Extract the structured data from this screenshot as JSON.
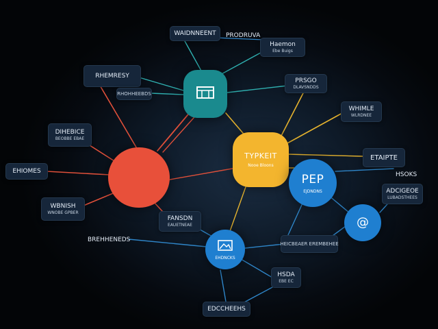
{
  "colors": {
    "red": "#e8503a",
    "teal": "#1a8a8e",
    "yellow": "#f3b52e",
    "blue": "#1f7fd0",
    "link_red": "#e0503a",
    "link_blue": "#2f86c9",
    "link_yellow": "#e6b32e",
    "link_teal": "#2fb0b0",
    "tag_bg": "#16263a"
  },
  "hubs": {
    "teal": {
      "icon": "window-icon"
    },
    "yellow": {
      "title": "TYPKEIT",
      "subtitle": "Nooe  Bloons"
    },
    "blue": {
      "title": "PEP",
      "subtitle": "EJDNDNS"
    },
    "small_blue": {
      "icon": "image-icon",
      "subtitle": "EHDNCKS"
    },
    "circle": {
      "icon": "at-icon"
    }
  },
  "tags": {
    "top_center": "WAIDNNEENT",
    "top_right_label": "PRODRUVA",
    "top_right_tag": {
      "l1": "Haemon",
      "l2": "Ebe Buigs"
    },
    "left_top": "RHEMRESY",
    "left_sub": "RHOHHEEBDS",
    "right_mid": {
      "l1": "PRSGO",
      "l2": "DLAVSNDDS"
    },
    "right_b": {
      "l1": "WHIMLE",
      "l2": "WLRDNEE"
    },
    "left_mid": {
      "l1": "DIHEBICE",
      "l2": "BEOBBE EBAE"
    },
    "far_left": "EHIOMES",
    "right_edge": {
      "l1": "ETAIPTE",
      "l2": ""
    },
    "right_edge_label": "HSOKS",
    "right_edge2": {
      "l1": "ADCIGEOE",
      "l2": "LUBADSTHEES"
    },
    "left_low": {
      "l1": "WBNISH",
      "l2": "WNOBE GPBER"
    },
    "center_low": {
      "l1": "FANSDN",
      "l2": "EAUETNEAE"
    },
    "left_bottom": "BREHHENEDS",
    "center_right_low": "HEICBEAER  EREMBEHEE",
    "bottom_right": {
      "l1": "HSDA",
      "l2": "EBE EC"
    },
    "bottom": "EDCCHEEHS"
  }
}
